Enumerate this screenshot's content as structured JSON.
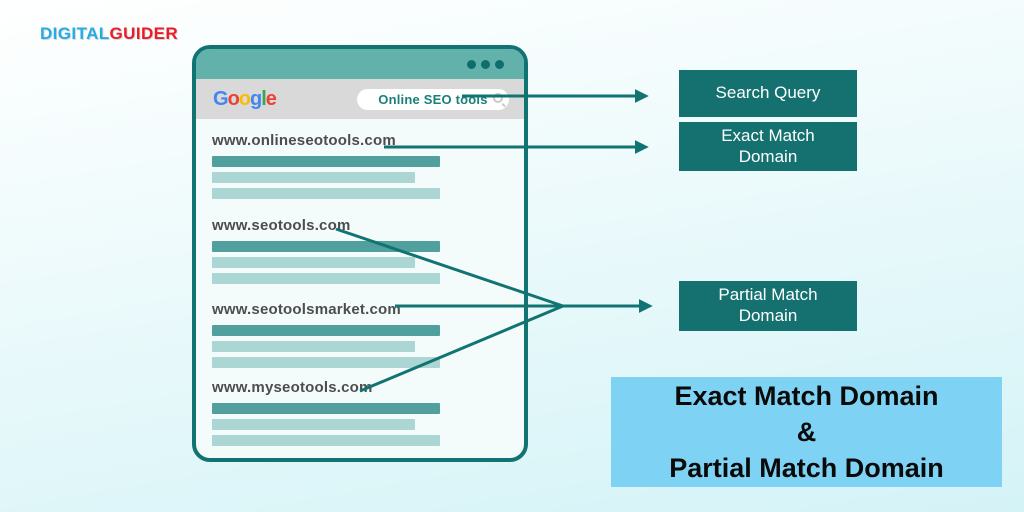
{
  "logo": {
    "part1": "DIGITAL",
    "part2": "GUIDER"
  },
  "browser": {
    "google_letters": [
      "G",
      "o",
      "o",
      "g",
      "l",
      "e"
    ],
    "search": {
      "value": "Online SEO tools"
    },
    "results": [
      {
        "domain": "www.onlineseotools.com"
      },
      {
        "domain": "www.seotools.com"
      },
      {
        "domain": "www.seotoolsmarket.com"
      },
      {
        "domain": "www.myseotools.com"
      }
    ]
  },
  "labels": {
    "search_query": "Search Query",
    "exact_match": "Exact Match Domain",
    "partial_match": "Partial Match Domain"
  },
  "title": {
    "line1": "Exact Match Domain",
    "line2": "&",
    "line3": "Partial Match Domain"
  },
  "colors": {
    "accent_teal": "#127472",
    "box_teal": "#147170",
    "titlebar_teal": "#63B1AB",
    "bar_dark": "#52A09D",
    "bar_light": "#ABD6D4",
    "banner_blue": "#7ED2F4",
    "logo_blue": "#29ABE2",
    "logo_red": "#ED1C24",
    "google_blue": "#4285F4",
    "google_red": "#EA4335",
    "google_yellow": "#FBBC05",
    "google_green": "#34A853"
  }
}
